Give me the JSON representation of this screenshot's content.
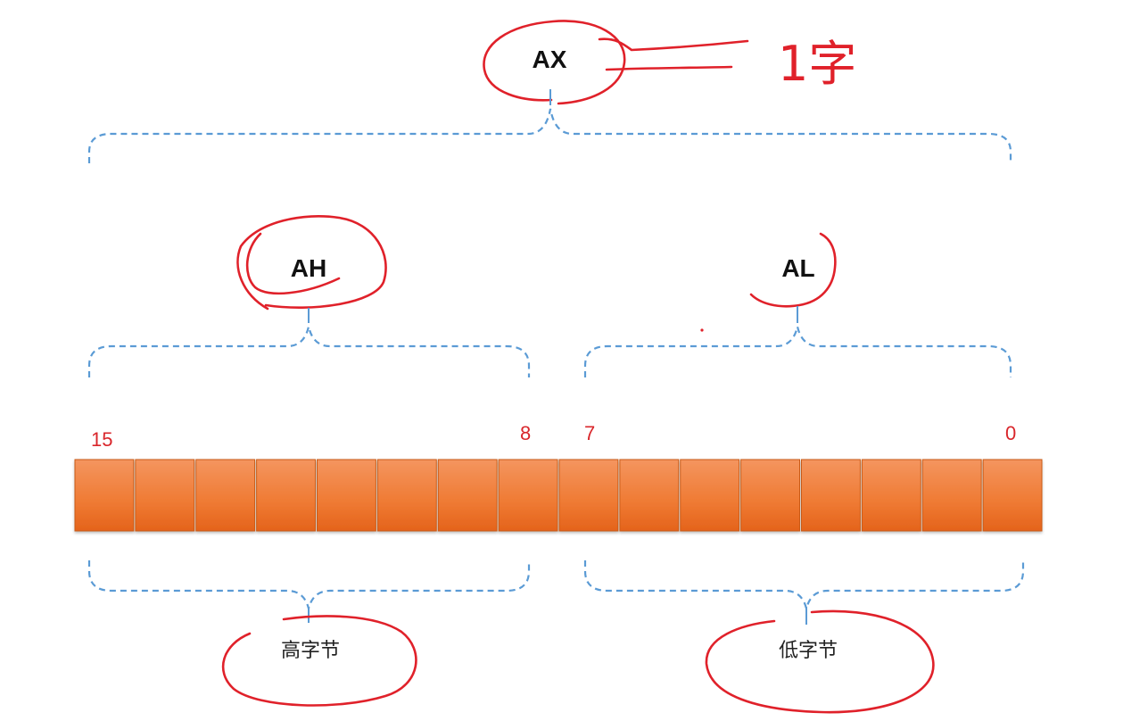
{
  "registers": {
    "ax": "AX",
    "ah": "AH",
    "al": "AL"
  },
  "bits": {
    "count": 16,
    "high": "15",
    "high_low": "8",
    "low_high": "7",
    "low": "0"
  },
  "bytes": {
    "high": "高字节",
    "low": "低字节"
  },
  "annotation": {
    "ax_note": "1字"
  },
  "colors": {
    "cell_top": "#f4915c",
    "cell_bottom": "#e8661c",
    "brace": "#5b9bd5",
    "ink": "#e0212a",
    "bit_label": "#d9262b"
  }
}
